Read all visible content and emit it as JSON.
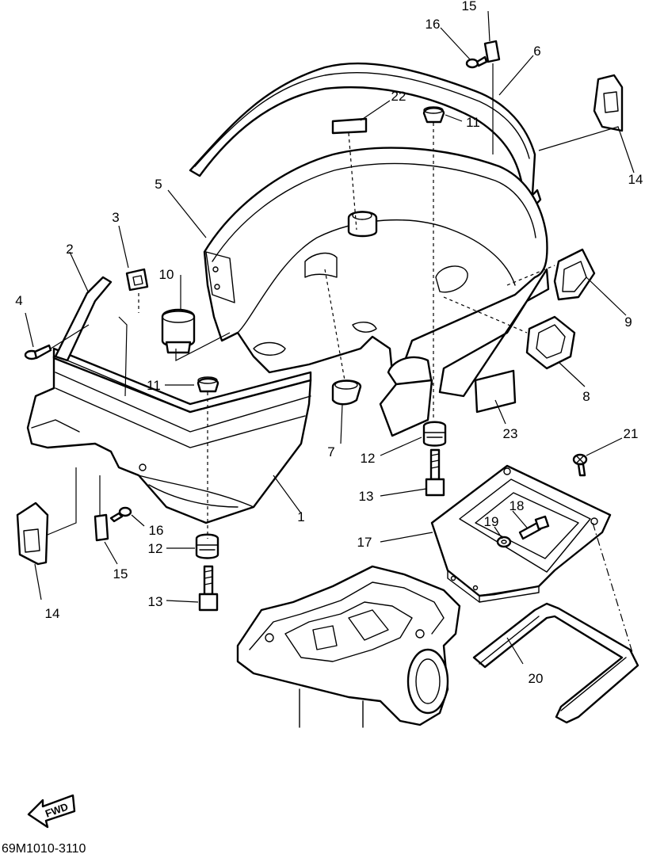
{
  "diagram": {
    "callouts": {
      "c1": "1",
      "c2": "2",
      "c3": "3",
      "c4": "4",
      "c5": "5",
      "c6": "6",
      "c7": "7",
      "c8": "8",
      "c9": "9",
      "c10": "10",
      "c11a": "11",
      "c11b": "11",
      "c12a": "12",
      "c12b": "12",
      "c13a": "13",
      "c13b": "13",
      "c14a": "14",
      "c14b": "14",
      "c15a": "15",
      "c15b": "15",
      "c16a": "16",
      "c16b": "16",
      "c17": "17",
      "c18": "18",
      "c19": "19",
      "c20": "20",
      "c21": "21",
      "c22": "22",
      "c23": "23"
    },
    "fwd_label": "FWD",
    "drawing_code": "69M1010-3110"
  }
}
